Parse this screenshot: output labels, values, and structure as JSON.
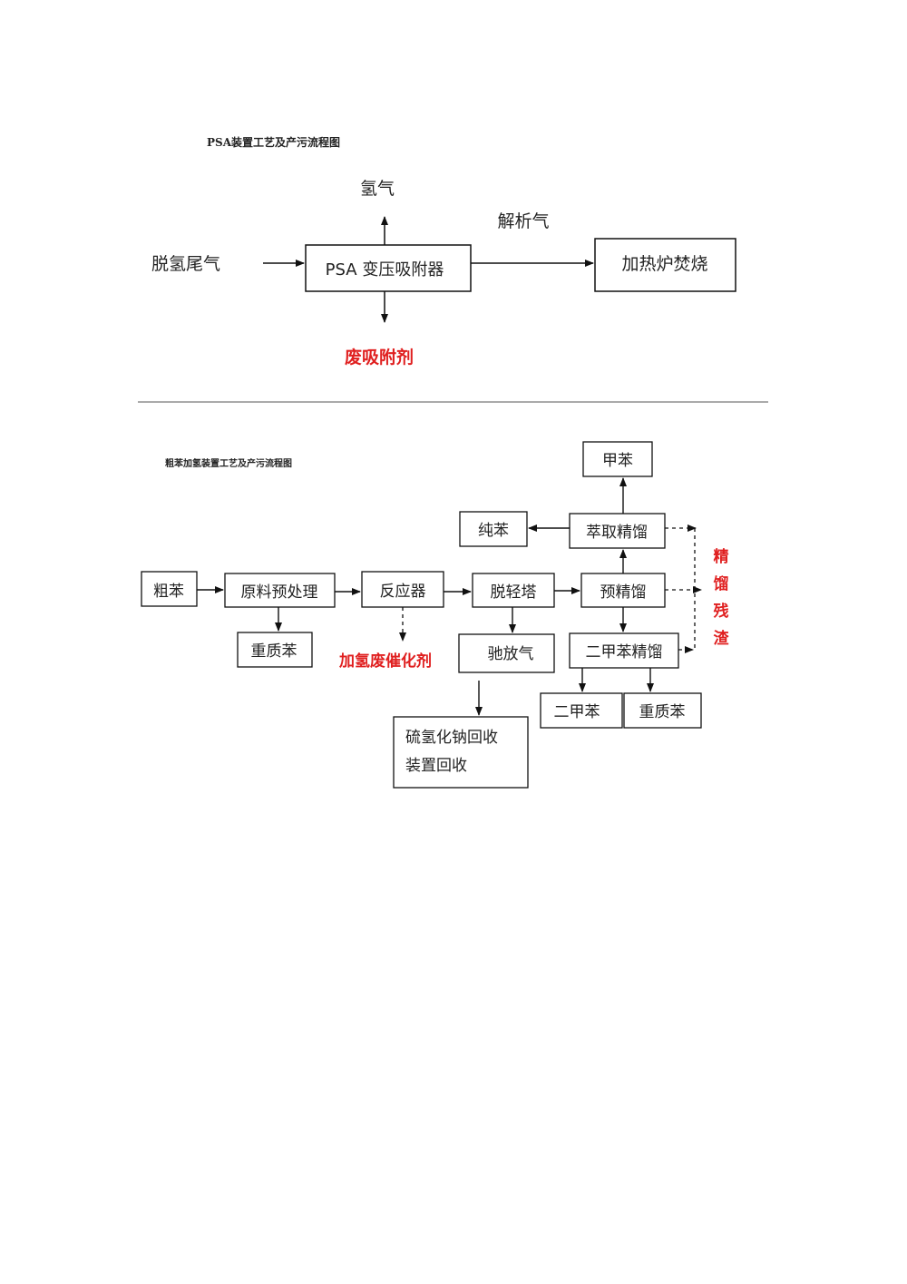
{
  "colors": {
    "accent_red": "#e02020",
    "line": "#111111"
  },
  "psa": {
    "title": "PSA装置工艺及产污流程图",
    "input_label": "脱氢尾气",
    "hydrogen_label": "氢气",
    "desorption_label": "解析气",
    "adsorber_box": "PSA 变压吸附器",
    "furnace_box": "加热炉焚烧",
    "waste_label": "废吸附剂"
  },
  "crude": {
    "title": "粗苯加氢装置工艺及产污流程图",
    "boxes": {
      "crude_benzene": "粗苯",
      "pretreatment": "原料预处理",
      "heavy_benzene_1": "重质苯",
      "reactor": "反应器",
      "light_tower": "脱轻塔",
      "vent_gas": "驰放气",
      "sulfur_recovery_line1": "硫氢化钠回收",
      "sulfur_recovery_line2": "装置回收",
      "pre_rectify": "预精馏",
      "extract_rectify": "萃取精馏",
      "toluene": "甲苯",
      "pure_benzene": "纯苯",
      "xylene_rectify": "二甲苯精馏",
      "xylene": "二甲苯",
      "heavy_benzene_2": "重质苯"
    },
    "catalyst_waste": "加氢废催化剂",
    "residue_chars": [
      "精",
      "馏",
      "残",
      "渣"
    ]
  }
}
